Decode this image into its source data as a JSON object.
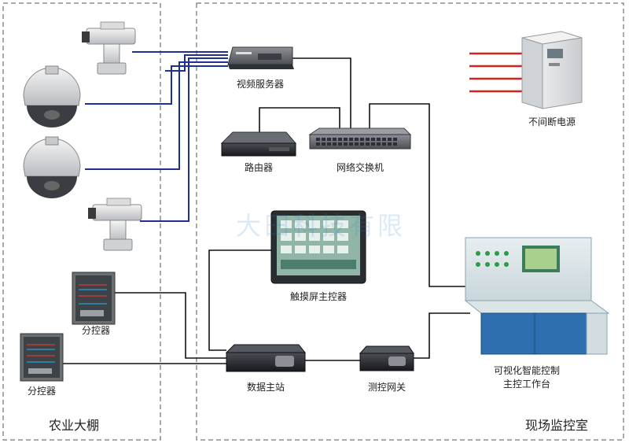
{
  "zones": {
    "left": "农业大棚",
    "right": "现场监控室"
  },
  "labels": {
    "video_server": "视频服务器",
    "ups": "不间断电源",
    "router": "路由器",
    "network_switch": "网络交换机",
    "touch_controller": "触摸屏主控器",
    "sub_controller_1": "分控器",
    "sub_controller_2": "分控器",
    "data_station": "数据主站",
    "gateway": "测控网关",
    "workstation_line1": "可视化智能控制",
    "workstation_line2": "主控工作台"
  },
  "watermark": "大田科技有限",
  "colors": {
    "video_link": "#1e2f9a",
    "data_link": "#111111",
    "power_line": "#d92020",
    "zone_border": "#555555"
  },
  "icons": [
    "ptz-camera-icon",
    "dome-camera-icon",
    "video-server-icon",
    "router-icon",
    "network-switch-icon",
    "ups-icon",
    "touchscreen-icon",
    "control-cabinet-icon",
    "data-station-icon",
    "gateway-icon",
    "console-icon"
  ]
}
